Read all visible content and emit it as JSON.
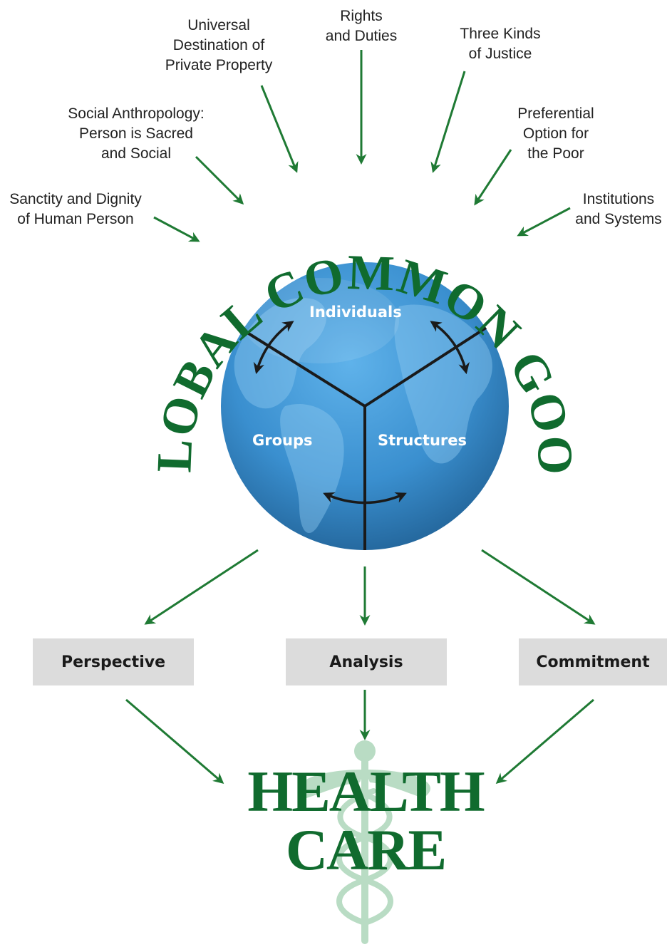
{
  "colors": {
    "arrow_green": "#1f7a34",
    "title_green": "#106b2e",
    "globe_blue": "#3a8fcf",
    "box_gray": "#dcdcdc",
    "caduceus_green": "#b9dcc4"
  },
  "principles": [
    {
      "id": "sanctity",
      "lines": [
        "Sanctity and Dignity",
        "of Human Person"
      ]
    },
    {
      "id": "social-anthropology",
      "lines": [
        "Social Anthropology:",
        "Person is Sacred",
        "and Social"
      ]
    },
    {
      "id": "universal-destination",
      "lines": [
        "Universal",
        "Destination of",
        "Private Property"
      ]
    },
    {
      "id": "rights-duties",
      "lines": [
        "Rights",
        "and Duties"
      ]
    },
    {
      "id": "three-kinds-justice",
      "lines": [
        "Three Kinds",
        "of Justice"
      ]
    },
    {
      "id": "preferential-option",
      "lines": [
        "Preferential",
        "Option for",
        "the Poor"
      ]
    },
    {
      "id": "institutions-systems",
      "lines": [
        "Institutions",
        "and Systems"
      ]
    }
  ],
  "arc_title": "GLOBAL COMMON GOOD",
  "globe": {
    "individuals": "Individuals",
    "groups": "Groups",
    "structures": "Structures"
  },
  "boxes": {
    "perspective": "Perspective",
    "analysis": "Analysis",
    "commitment": "Commitment"
  },
  "health_care": {
    "line1": "HEALTH",
    "line2": "CARE"
  }
}
